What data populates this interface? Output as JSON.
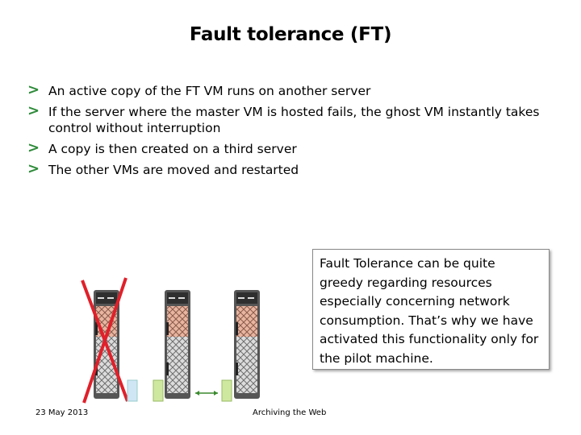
{
  "slide": {
    "title": "Fault tolerance (FT)",
    "bullets": [
      "An active copy of the FT VM runs on another server",
      "If the server where the master VM is hosted fails, the ghost VM instantly takes control without interruption",
      "A copy is then created on a third server",
      "The other VMs are moved and restarted"
    ],
    "callout_text": "Fault Tolerance can be quite greedy regarding resources especially concerning network consumption. That’s why we have activated this functionality only for the pilot machine.",
    "footer_date": "23 May 2013",
    "footer_center": "Archiving the Web"
  },
  "colors": {
    "bullet_arrow": "#2e8b3a",
    "failure_cross": "#e0202a",
    "vm_active": "#cfe8a0",
    "vm_ghost": "#cfe6f5",
    "sync_arrow": "#3a8a2e"
  },
  "icons": {
    "bullet": "chevron-right-icon",
    "server": "server-rack-icon",
    "failed": "x-cross-icon",
    "vm": "vm-icon",
    "sync": "double-arrow-icon"
  }
}
